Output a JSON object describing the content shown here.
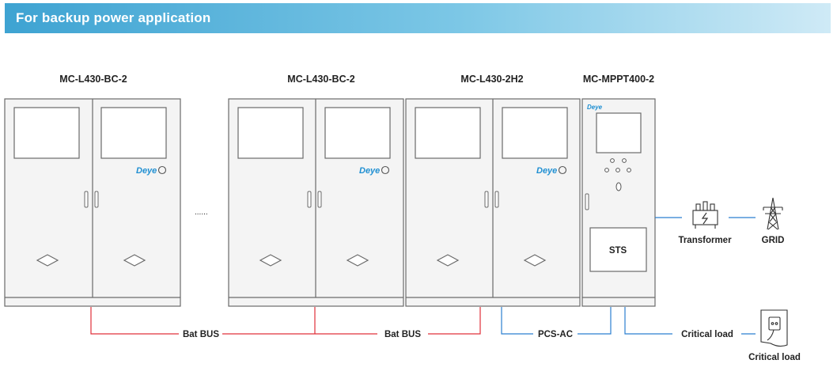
{
  "header": {
    "title": "For backup power application"
  },
  "cabinets": [
    {
      "model": "MC-L430-BC-2",
      "brand": "Deye"
    },
    {
      "model": "MC-L430-BC-2",
      "brand": "Deye"
    },
    {
      "model": "MC-L430-2H2",
      "brand": "Deye"
    },
    {
      "model": "MC-MPPT400-2",
      "brand": "Deye"
    }
  ],
  "ellipsis": "......",
  "sts_label": "STS",
  "buses": {
    "bat_bus_1": "Bat BUS",
    "bat_bus_2": "Bat BUS",
    "pcs_ac": "PCS-AC",
    "critical_load_line": "Critical load"
  },
  "transformer_label": "Transformer",
  "grid_label": "GRID",
  "critical_load_label": "Critical load",
  "colors": {
    "header_start": "#3ea3d2",
    "bat_bus_line": "#e0303a",
    "ac_line": "#2b7fd0",
    "outline": "#6a6a6a",
    "cabinet_fill": "#f4f4f4",
    "brand_blue": "#1f8fd2"
  }
}
